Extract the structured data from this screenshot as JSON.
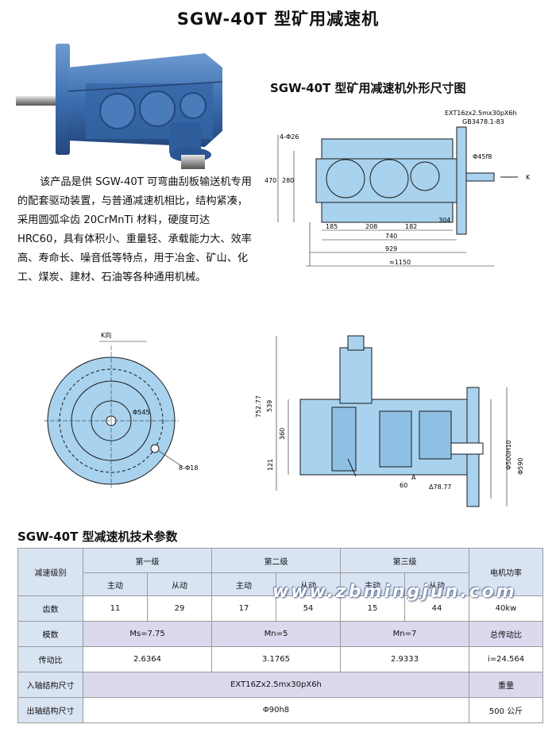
{
  "page": {
    "title": "SGW-40T 型矿用减速机",
    "drawing_title": "SGW-40T 型矿用减速机外形尺寸图",
    "description": "该产品是供 SGW-40T 可弯曲刮板输送机专用的配套驱动装置，与普通减速机相比，结构紧凑，采用圆弧伞齿 20CrMnTi 材料，硬度可达 HRC60，具有体积小、重量轻、承载能力大、效率高、寿命长、噪音低等特点，用于冶金、矿山、化工、煤炭、建材、石油等各种通用机械。",
    "tech_title": "SGW-40T 型减速机技术参数",
    "watermark": "www.zbmingjun.com"
  },
  "colors": {
    "machine_blue": "#3d6fb0",
    "drawing_fill": "#a8d2ee",
    "drawing_line": "#1a1a1a",
    "header_bg": "#d9e4f3",
    "highlight_bg": "#dcd8ee"
  },
  "outline_drawing": {
    "shaft_note_1": "EXT16zx2.5mx30pX6h",
    "shaft_note_2": "GB3478.1-83",
    "holes": "4-Φ26",
    "dia_45": "Φ45f8",
    "k_arrow": "K",
    "height_470": "470",
    "height_280": "280",
    "dim_185": "185",
    "dim_208": "208",
    "dim_182": "182",
    "dim_304": "304",
    "dim_740": "740",
    "dim_929": "929",
    "dim_1150": "≈1150"
  },
  "k_view": {
    "title": "K向",
    "dia_545": "Φ545",
    "holes": "8-Φ18"
  },
  "section_view": {
    "dim_752": "752.77",
    "dim_539": "539",
    "dim_360": "360",
    "dim_121": "121",
    "dim_60": "60",
    "label_a": "A",
    "dim_78": "Δ78.77",
    "dia_500": "Φ500H10",
    "dia_590": "Φ590"
  },
  "table": {
    "col_reduction": "减速级别",
    "stage1": "第一级",
    "stage2": "第二级",
    "stage3": "第三级",
    "motor_power": "电机功率",
    "driving": "主动",
    "driven": "从动",
    "row_teeth": "齿数",
    "teeth": [
      "11",
      "29",
      "17",
      "54",
      "15",
      "44"
    ],
    "motor_power_value": "40kw",
    "row_module": "模数",
    "module": [
      "Ms=7.75",
      "Mn=5",
      "Mn=7"
    ],
    "total_ratio_label": "总传动比",
    "row_ratio": "传动比",
    "ratio": [
      "2.6364",
      "3.1765",
      "2.9333"
    ],
    "total_ratio_value": "i=24.564",
    "row_input": "入轴结构尺寸",
    "input_value": "EXT16Zx2.5mx30pX6h",
    "weight_label": "重量",
    "row_output": "出轴结构尺寸",
    "output_value": "Φ90h8",
    "weight_value": "500 公斤"
  }
}
